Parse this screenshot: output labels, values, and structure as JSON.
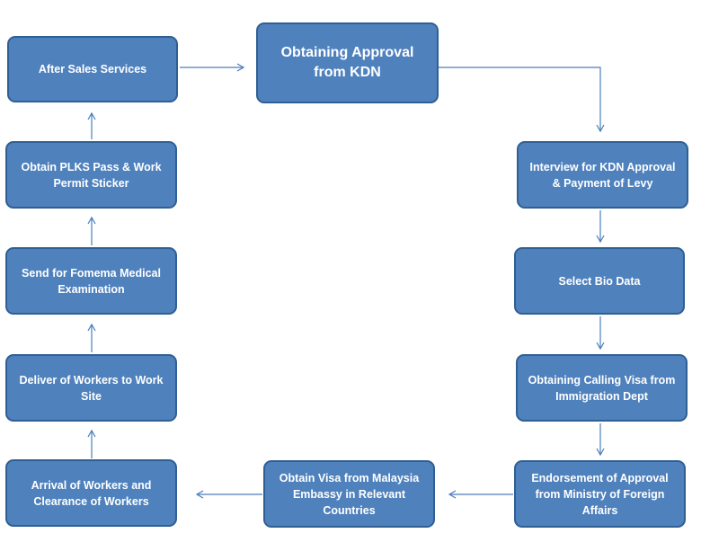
{
  "colors": {
    "box_fill": "#4f81bd",
    "box_border": "#2f5f93",
    "arrow": "#4a7ebb",
    "text": "#ffffff"
  },
  "steps": {
    "kdn_approval": "Obtaining Approval from KDN",
    "interview": "Interview for KDN Approval & Payment of Levy",
    "bio_data": "Select Bio Data",
    "calling_visa": "Obtaining Calling Visa from Immigration Dept",
    "endorsement": "Endorsement of Approval from Ministry of Foreign Affairs",
    "obtain_visa": "Obtain Visa from Malaysia Embassy in Relevant Countries",
    "arrival": "Arrival of Workers and Clearance of Workers",
    "deliver": "Deliver of Workers to Work Site",
    "fomema": "Send for Fomema Medical Examination",
    "plks": "Obtain PLKS Pass & Work Permit Sticker",
    "after_sales": "After Sales Services"
  }
}
